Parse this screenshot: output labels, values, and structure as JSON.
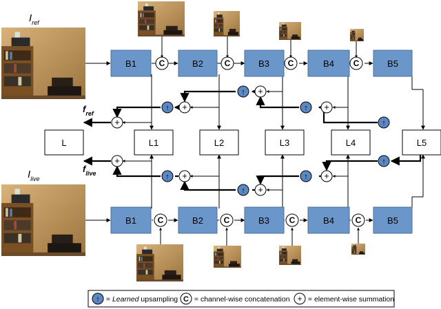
{
  "inputs": {
    "ref": {
      "symbol": "I",
      "subscript": "ref"
    },
    "live": {
      "symbol": "I",
      "subscript": "live"
    }
  },
  "features": {
    "ref": {
      "symbol": "f",
      "subscript": "ref"
    },
    "live": {
      "symbol": "f",
      "subscript": "live"
    }
  },
  "blocks": {
    "top": [
      "B1",
      "B2",
      "B3",
      "B4",
      "B5"
    ],
    "bottom": [
      "B1",
      "B2",
      "B3",
      "B4",
      "B5"
    ]
  },
  "layers": [
    "L",
    "L1",
    "L2",
    "L3",
    "L4",
    "L5"
  ],
  "symbols": {
    "concat": "C",
    "sum": "+",
    "upsample": "↑"
  },
  "legend": {
    "upsample_prefix": " = ",
    "upsample_em": "Learned",
    "upsample_rest": " upsampling",
    "concat_text": " = channel-wise concatenation",
    "sum_text": " = element-wise summation"
  },
  "colors": {
    "block_fill": "#6b96c9",
    "block_stroke": "#4a6f9c",
    "upsample_fill": "#5b88c2",
    "line": "#000000",
    "photo_wall": "#b8905a",
    "photo_shelf": "#7a4f24"
  }
}
